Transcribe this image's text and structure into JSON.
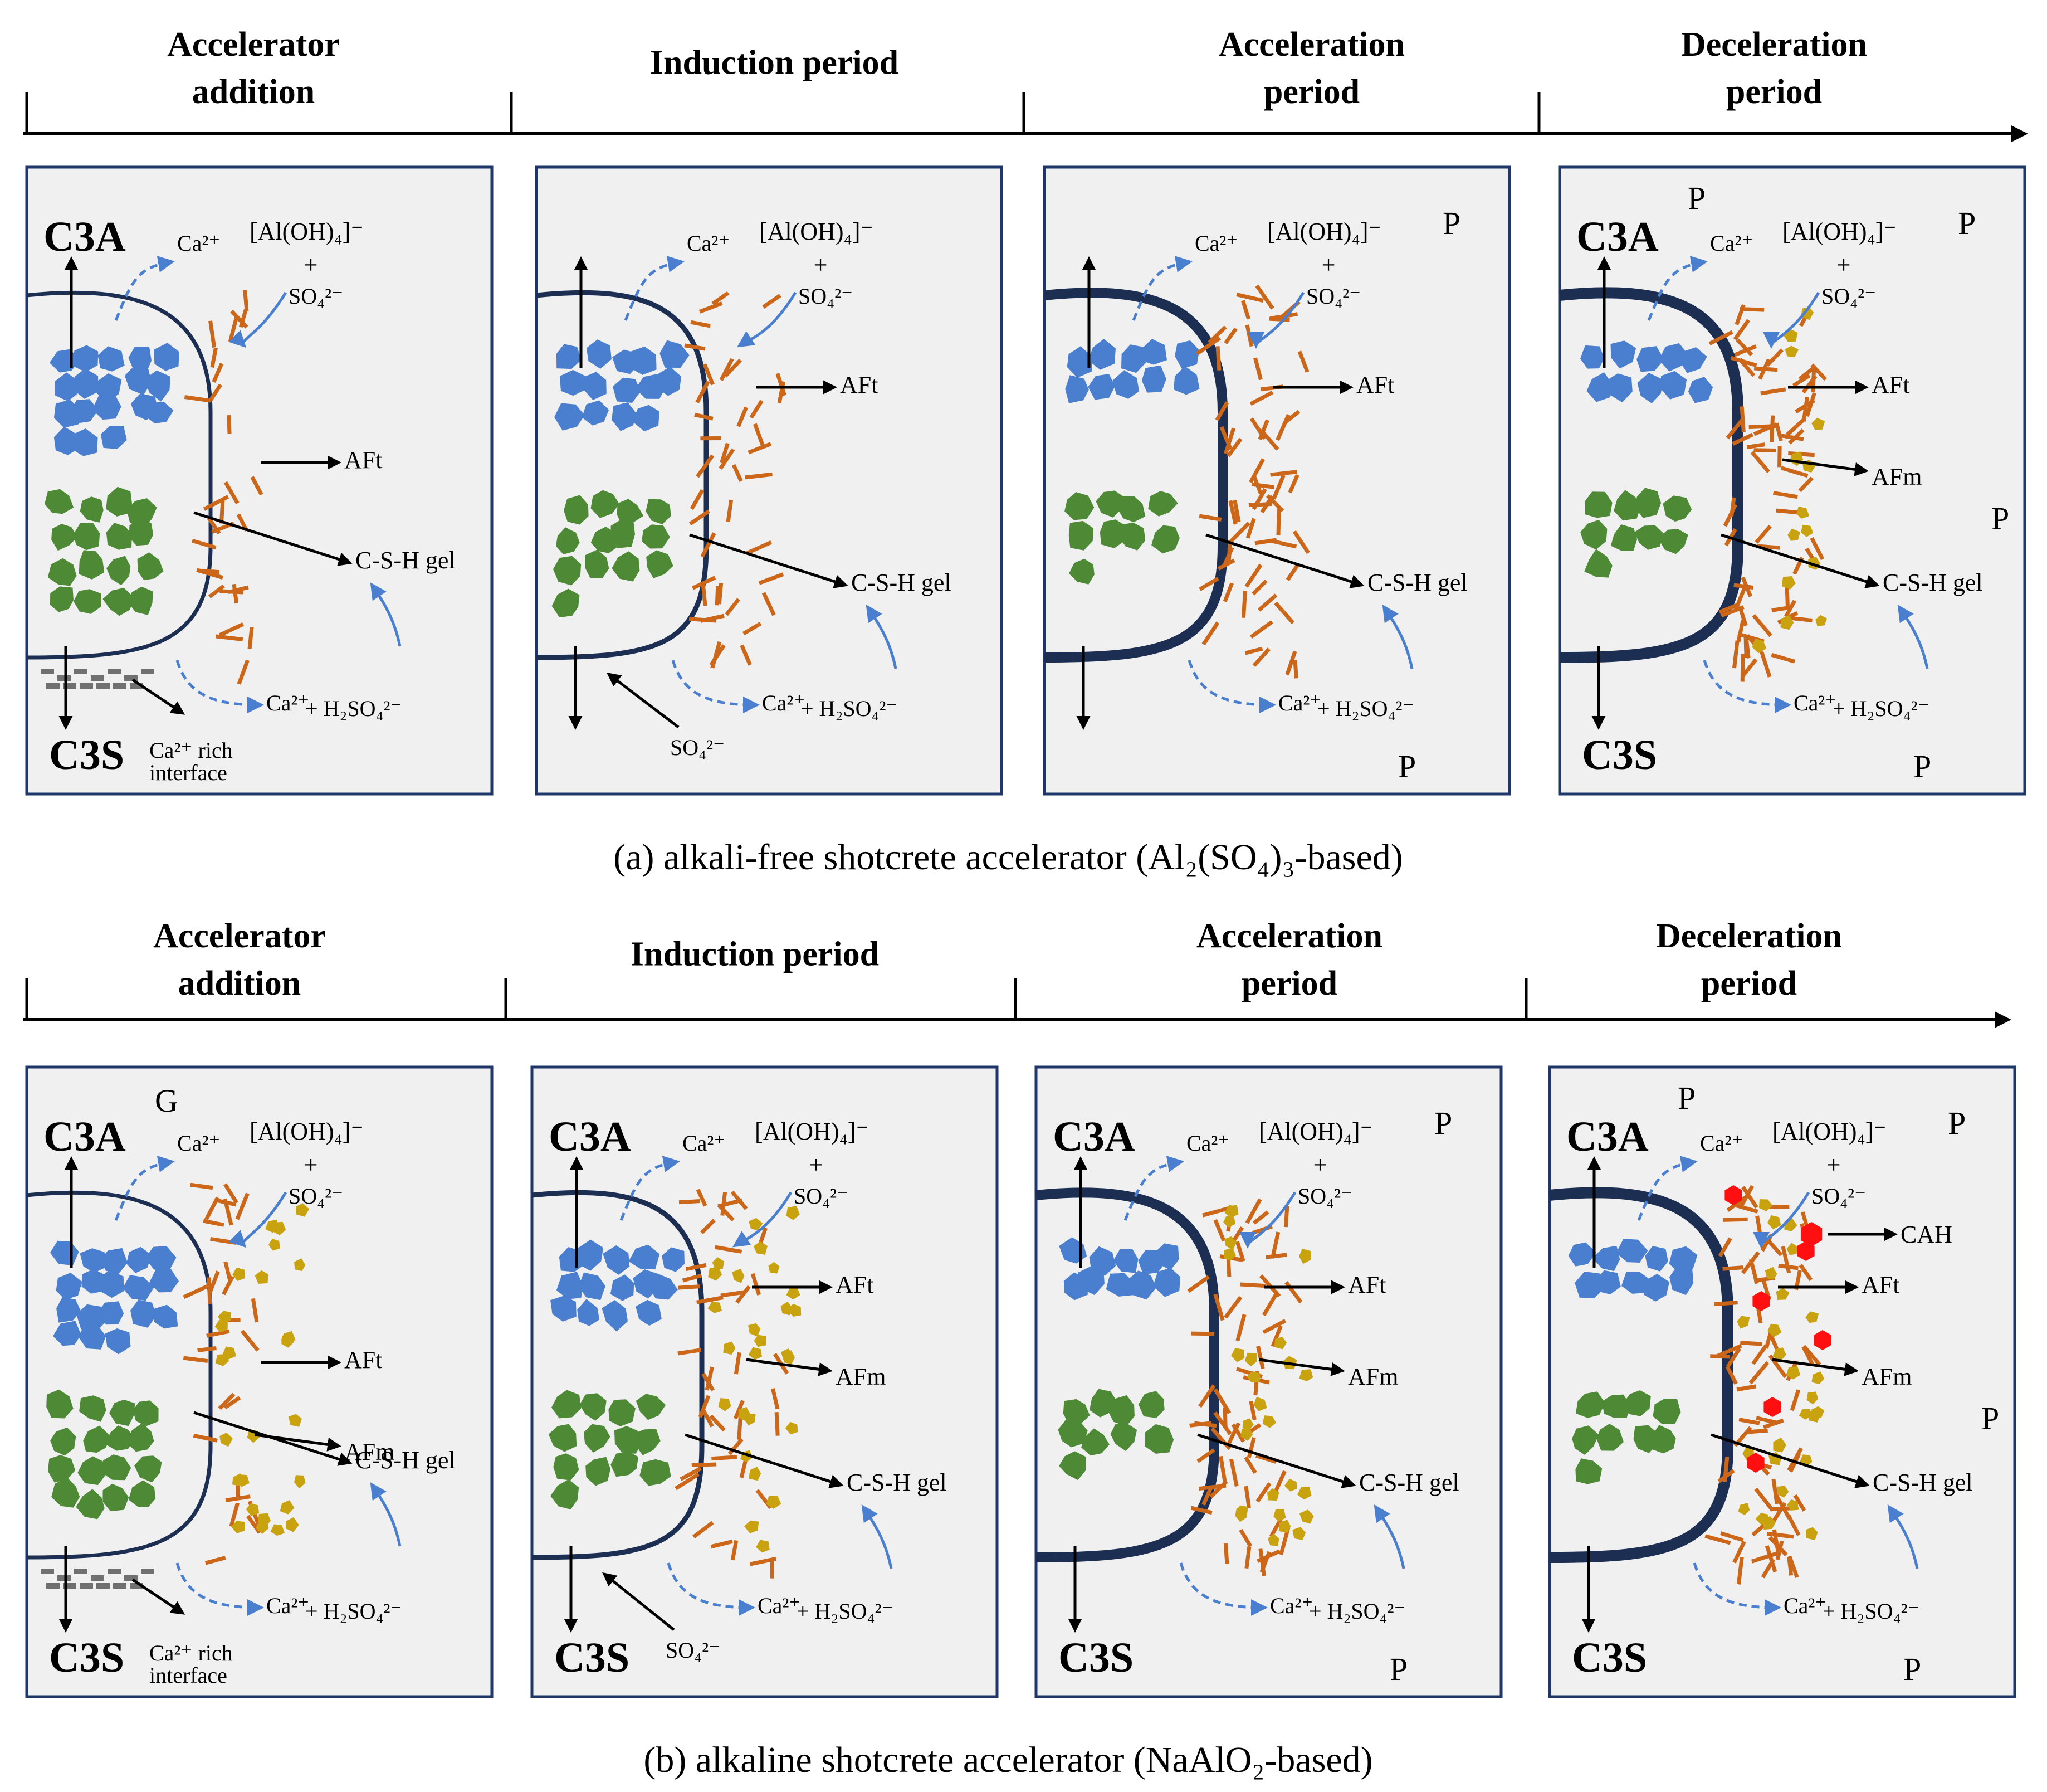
{
  "figure": {
    "rows": [
      {
        "id": "a",
        "variant": "free",
        "caption": "(a)  alkali-free shotcrete accelerator (Al₂(SO₄)₃-based)",
        "stages": [
          {
            "title_lines": [
              "Accelerator",
              "addition"
            ]
          },
          {
            "title_lines": [
              "Induction period"
            ]
          },
          {
            "title_lines": [
              "Acceleration",
              "period"
            ]
          },
          {
            "title_lines": [
              "Deceleration",
              "period"
            ]
          }
        ],
        "panels": [
          {
            "phase": "addition",
            "show_c3a": true,
            "show_c3s": true,
            "show_afm": false,
            "show_cah": false,
            "p_marks": 0,
            "g_mark": false
          },
          {
            "phase": "induction",
            "show_c3a": false,
            "show_c3s": false,
            "show_afm": false,
            "show_cah": false,
            "p_marks": 0,
            "g_mark": false
          },
          {
            "phase": "acceleration",
            "show_c3a": false,
            "show_c3s": false,
            "show_afm": false,
            "show_cah": false,
            "p_marks": 2,
            "g_mark": false
          },
          {
            "phase": "deceleration",
            "show_c3a": true,
            "show_c3s": true,
            "show_afm": true,
            "show_cah": false,
            "p_marks": 4,
            "g_mark": false
          }
        ]
      },
      {
        "id": "b",
        "variant": "alk",
        "caption": "(b)  alkaline shotcrete accelerator (NaAlO₂-based)",
        "stages": [
          {
            "title_lines": [
              "Accelerator",
              "addition"
            ]
          },
          {
            "title_lines": [
              "Induction period"
            ]
          },
          {
            "title_lines": [
              "Acceleration",
              "period"
            ]
          },
          {
            "title_lines": [
              "Deceleration",
              "period"
            ]
          }
        ],
        "panels": [
          {
            "phase": "addition",
            "show_c3a": true,
            "show_c3s": true,
            "show_afm": true,
            "show_cah": false,
            "p_marks": 0,
            "g_mark": true
          },
          {
            "phase": "induction",
            "show_c3a": true,
            "show_c3s": true,
            "show_afm": true,
            "show_cah": false,
            "p_marks": 0,
            "g_mark": false
          },
          {
            "phase": "acceleration",
            "show_c3a": true,
            "show_c3s": true,
            "show_afm": true,
            "show_cah": false,
            "p_marks": 2,
            "g_mark": false
          },
          {
            "phase": "deceleration",
            "show_c3a": true,
            "show_c3s": true,
            "show_afm": true,
            "show_cah": true,
            "p_marks": 4,
            "g_mark": false
          }
        ]
      }
    ],
    "labels": {
      "c3a": "C3A",
      "c3s": "C3S",
      "ca": "Ca²⁺",
      "aloh": "[Al(OH)₄]⁻",
      "plus": "+",
      "so4": "SO₄²⁻",
      "aft": "AFt",
      "afm": "AFm",
      "csh": "C-S-H gel",
      "cah": "CAH",
      "h2so4": "+  H₂SO₄²⁻",
      "rich1": "Ca²⁺ rich",
      "rich2": "interface",
      "p": "P",
      "g": "G"
    },
    "colors": {
      "c3a_particles": "#4a7fcf",
      "c3s_particles": "#4e8a36",
      "ettringite_needles": "#cc6618",
      "afm_plates": "#c9a30f",
      "cah_hexagons": "#ff0f0f",
      "grain_boundary": "#1c2f52",
      "ion_flow": "#4a7fcf",
      "panel_fill": "#f0f0f0",
      "panel_border": "#1e3668"
    }
  }
}
